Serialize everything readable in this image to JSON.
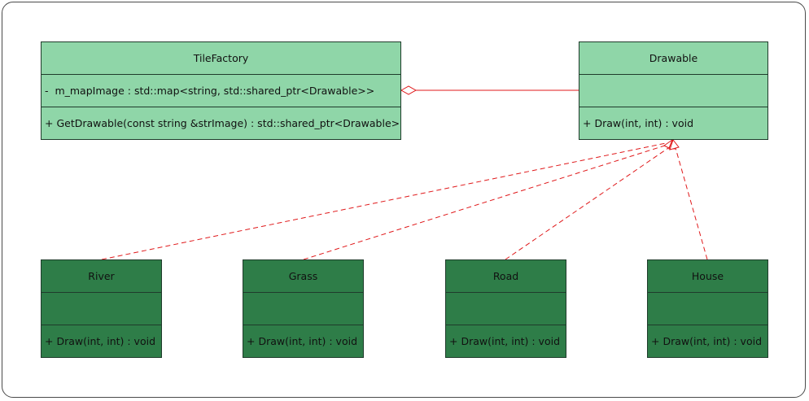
{
  "diagram": {
    "tilefactory": {
      "name": "TileFactory",
      "attribute": "-  m_mapImage : std::map<string, std::shared_ptr<Drawable>>",
      "operation": "+ GetDrawable(const string &strImage) : std::shared_ptr<Drawable>"
    },
    "drawable": {
      "name": "Drawable",
      "attribute": "",
      "operation": "+ Draw(int, int) : void"
    },
    "river": {
      "name": "River",
      "attribute": "",
      "operation": "+ Draw(int, int) : void"
    },
    "grass": {
      "name": "Grass",
      "attribute": "",
      "operation": "+ Draw(int, int) : void"
    },
    "road": {
      "name": "Road",
      "attribute": "",
      "operation": "+ Draw(int, int) : void"
    },
    "house": {
      "name": "House",
      "attribute": "",
      "operation": "+ Draw(int, int) : void"
    }
  },
  "colors": {
    "interface_fill": "#8fd6a8",
    "concrete_fill": "#2e7d48",
    "relation_line": "#e0191b"
  }
}
